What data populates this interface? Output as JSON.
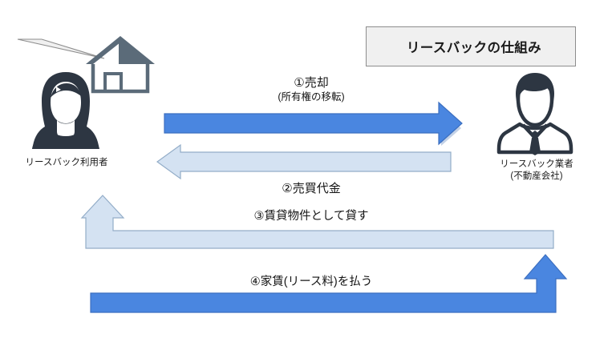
{
  "diagram": {
    "title_callout": {
      "text": "リースバックの仕組み",
      "icon": "speech-bubble"
    },
    "actors": [
      {
        "id": "customer",
        "icon": "woman-avatar-icon",
        "label_line1": "リースバック利用者",
        "label_line2": ""
      },
      {
        "id": "provider",
        "icon": "businessman-avatar-icon",
        "label_line1": "リースバック業者",
        "label_line2": "(不動産会社)"
      }
    ],
    "property_icon": "house-icon",
    "flows": [
      {
        "id": "flow-1",
        "number": "①",
        "label_main": "①売却",
        "label_sub": "(所有権の移転)",
        "direction": "left-to-right",
        "style": "solid",
        "color": "#4a86e0"
      },
      {
        "id": "flow-2",
        "number": "②",
        "label_main": "②売買代金",
        "direction": "right-to-left",
        "style": "light",
        "color": "#d4e2f2"
      },
      {
        "id": "flow-3",
        "number": "③",
        "label_main": "③賃貸物件として貸す",
        "direction": "right-to-left-up",
        "style": "light",
        "color": "#d4e2f2"
      },
      {
        "id": "flow-4",
        "number": "④",
        "label_main": "④家賃(リース料)を払う",
        "direction": "left-to-right-up",
        "style": "solid",
        "color": "#4a86e0"
      }
    ],
    "colors": {
      "solid_arrow": "#4a86e0",
      "solid_arrow_border": "#3c6fc0",
      "light_arrow_fill": "#d4e2f2",
      "light_arrow_border": "#93adc8",
      "icon_dark": "#2d3642",
      "house_gray": "#5b6b79",
      "callout_bg": "#f0f0f0",
      "callout_border": "#8d8d8d",
      "text": "#141414"
    }
  }
}
